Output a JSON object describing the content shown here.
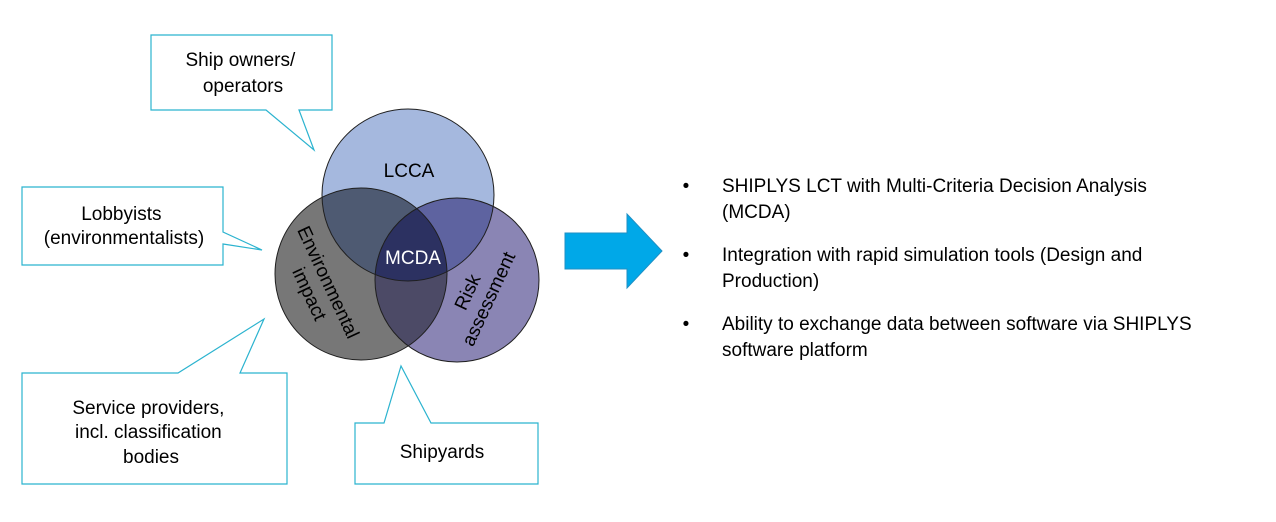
{
  "venn": {
    "top": "LCCA",
    "left": [
      "Environmental",
      "impact"
    ],
    "right": [
      "Risk",
      "assessment"
    ],
    "center": "MCDA",
    "colors": {
      "top": "#a5b8de",
      "left": "#777777",
      "right": "#8a85b4",
      "top_left": "#4e5a72",
      "top_right": "#5e63a0",
      "left_right": "#4c4a66",
      "center": "#2c3161"
    }
  },
  "callouts": {
    "ship_owners": [
      "Ship owners/",
      "operators"
    ],
    "lobbyists": [
      "Lobbyists",
      "(environmentalists)"
    ],
    "service_providers": [
      "Service providers,",
      "incl. classification",
      "bodies"
    ],
    "shipyards": [
      "Shipyards"
    ]
  },
  "arrow": {
    "color": "#00a8e8"
  },
  "callout_border_color": "#2bb3cf",
  "bullets": [
    {
      "symbol": "•",
      "lines": [
        "SHIPLYS LCT with Multi-Criteria Decision Analysis",
        "(MCDA)"
      ]
    },
    {
      "symbol": "•",
      "lines": [
        "Integration with rapid simulation tools  (Design and",
        "Production)"
      ]
    },
    {
      "symbol": "•",
      "lines": [
        "Ability to exchange data between software via SHIPLYS",
        "software platform"
      ]
    }
  ]
}
